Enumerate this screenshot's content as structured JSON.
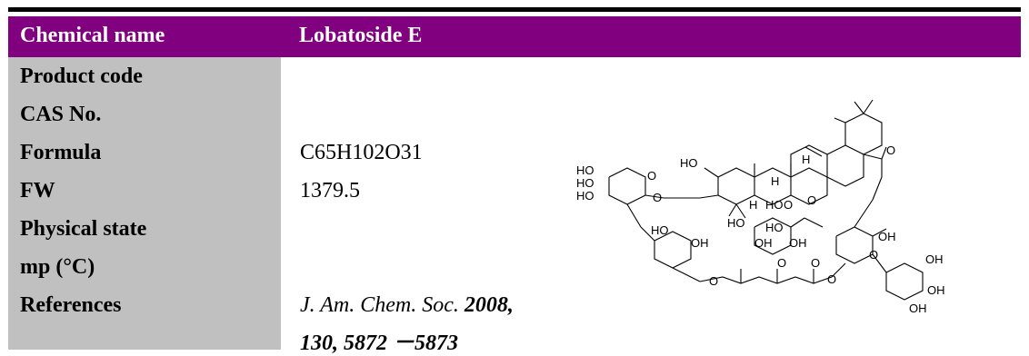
{
  "header": {
    "label": "Chemical name",
    "value": "Lobatoside E"
  },
  "colors": {
    "header_bg": "#800080",
    "label_bg": "#c0c0c0",
    "header_text": "#ffffff"
  },
  "rows": [
    {
      "label": "Product code",
      "value": ""
    },
    {
      "label": "CAS No.",
      "value": ""
    },
    {
      "label": "Formula",
      "value": "C65H102O31"
    },
    {
      "label": "FW",
      "value": "1379.5"
    },
    {
      "label": "Physical state",
      "value": ""
    },
    {
      "label": "mp (°C)",
      "value": ""
    },
    {
      "label": "References",
      "value": ""
    }
  ],
  "reference": {
    "journal": "J. Am. Chem. Soc.",
    "year": "2008,",
    "pages": "130, 5872 －5873"
  },
  "structure": {
    "atom_labels": [
      "HO",
      "HO",
      "HO",
      "O",
      "O",
      "HO",
      "H",
      "H",
      "HO",
      "H",
      "HO",
      "O",
      "HO",
      "O",
      "O",
      "OH",
      "HO",
      "OH",
      "O",
      "OH",
      "O",
      "O",
      "OH",
      "O",
      "O",
      "OH",
      "OH",
      "OH"
    ]
  }
}
